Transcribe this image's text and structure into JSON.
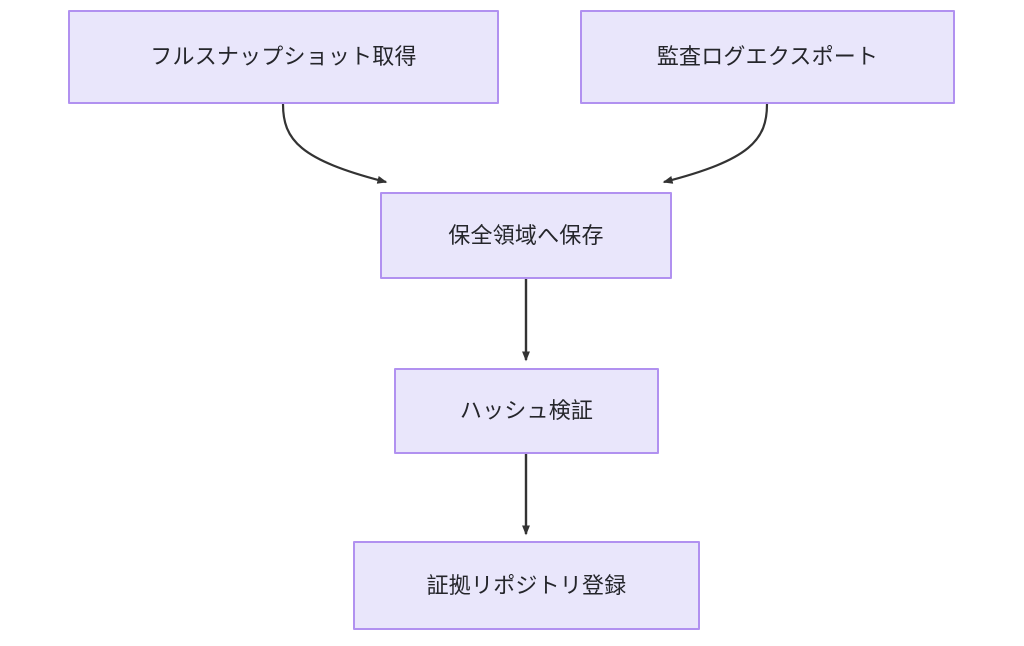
{
  "diagram": {
    "type": "flowchart",
    "direction": "top-to-bottom",
    "background_color": "#ffffff",
    "node_fill_color": "#e9e6fb",
    "node_border_color": "#b191f0",
    "node_text_color": "#25262b",
    "edge_color": "#333333",
    "nodes": [
      {
        "id": "full-snapshot",
        "label": "フルスナップショット取得"
      },
      {
        "id": "audit-log-export",
        "label": "監査ログエクスポート"
      },
      {
        "id": "preserve-store",
        "label": "保全領域へ保存"
      },
      {
        "id": "hash-verify",
        "label": "ハッシュ検証"
      },
      {
        "id": "evidence-repo",
        "label": "証拠リポジトリ登録"
      }
    ],
    "edges": [
      {
        "from": "full-snapshot",
        "to": "preserve-store",
        "style": "curved",
        "label": ""
      },
      {
        "from": "audit-log-export",
        "to": "preserve-store",
        "style": "curved",
        "label": ""
      },
      {
        "from": "preserve-store",
        "to": "hash-verify",
        "style": "straight",
        "label": ""
      },
      {
        "from": "hash-verify",
        "to": "evidence-repo",
        "style": "straight",
        "label": ""
      }
    ]
  }
}
